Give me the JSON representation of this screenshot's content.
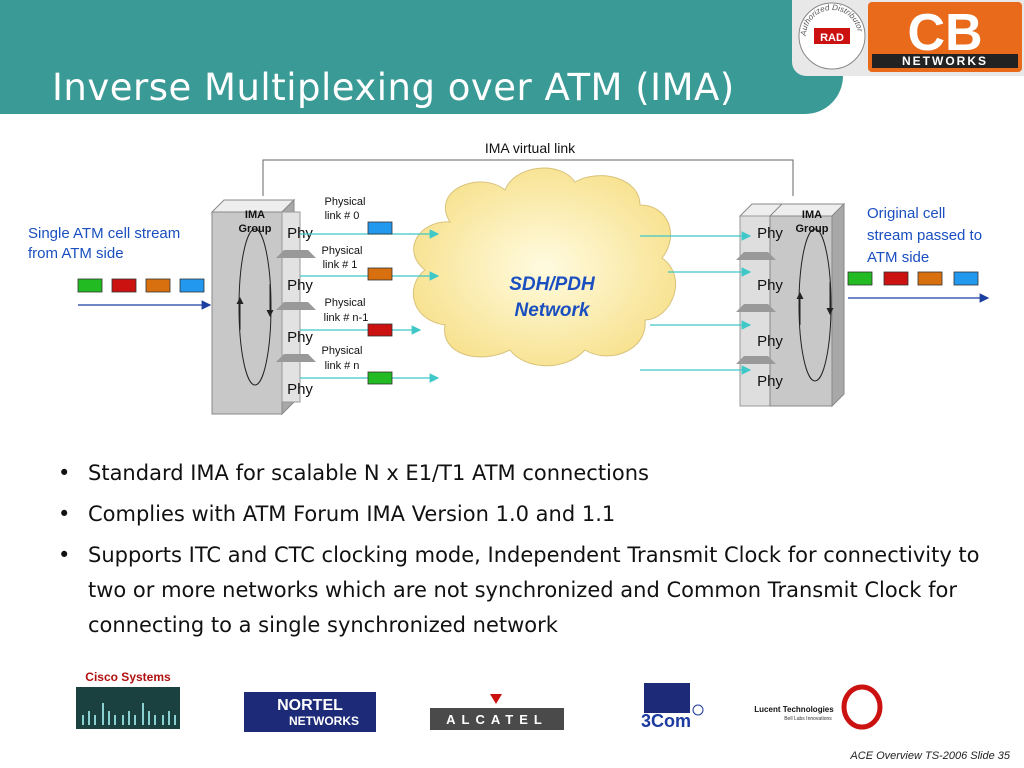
{
  "header": {
    "title": "Inverse Multiplexing over ATM (IMA)"
  },
  "logo": {
    "distributor_text": "Authorized Distributor",
    "rad": "RAD",
    "cb": "CB",
    "networks": "NETWORKS"
  },
  "diagram": {
    "virtual_link": "IMA virtual link",
    "left_label_line1": "Single ATM cell stream",
    "left_label_line2": "from ATM side",
    "right_label_line1": "Original cell",
    "right_label_line2": "stream passed to",
    "right_label_line3": "ATM side",
    "ima_group_line1": "IMA",
    "ima_group_line2": "Group",
    "phy": "Phy",
    "network_line1": "SDH/PDH",
    "network_line2": "Network",
    "physical": "Physical",
    "links": [
      "link # 0",
      "link # 1",
      "link # n-1",
      "link # n"
    ],
    "colors": {
      "green": "#22bb22",
      "red": "#cc1111",
      "orange": "#d87010",
      "blue": "#2299ee",
      "text_blue": "#1a4fc0",
      "arrow": "#3fc8c8"
    }
  },
  "bullets": [
    "Standard IMA for scalable N x E1/T1 ATM connections",
    "Complies with ATM Forum IMA Version 1.0 and 1.1",
    "Supports ITC and CTC clocking mode, Independent Transmit Clock for connectivity to two or more networks which are not synchronized and Common Transmit Clock for connecting to a single synchronized network"
  ],
  "vendors": {
    "cisco": "Cisco Systems",
    "nortel_1": "NORTEL",
    "nortel_2": "NETWORKS",
    "alcatel": "ALCATEL",
    "threecom": "3Com",
    "lucent_1": "Lucent Technologies",
    "lucent_2": "Bell Labs Innovations"
  },
  "footer": "ACE Overview TS-2006  Slide 35"
}
